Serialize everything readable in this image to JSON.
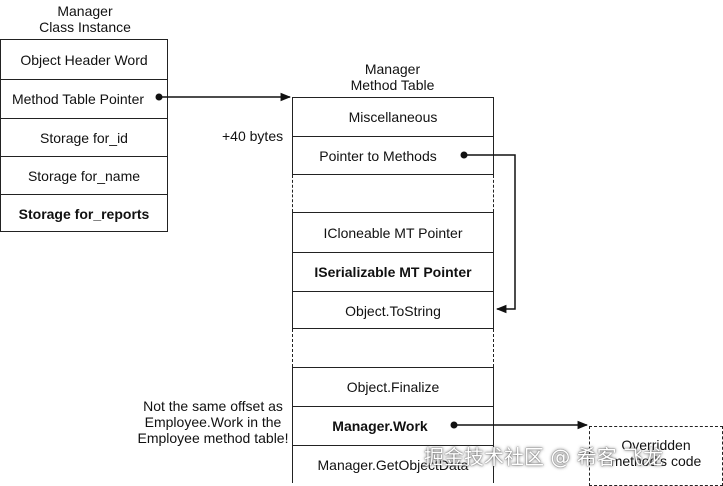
{
  "instance": {
    "title_line1": "Manager",
    "title_line2": "Class Instance",
    "rows": [
      "Object Header Word",
      "Method Table Pointer",
      "Storage for_id",
      "Storage for_name",
      "Storage for_reports"
    ]
  },
  "method_table": {
    "title_line1": "Manager",
    "title_line2": "Method Table",
    "rows_top": [
      "Miscellaneous",
      "Pointer to Methods"
    ],
    "rows_mid": [
      "ICloneable MT Pointer",
      "ISerializable MT Pointer",
      "Object.ToString"
    ],
    "rows_bottom": [
      "Object.Finalize",
      "Manager.Work",
      "Manager.GetObjectData"
    ]
  },
  "offset_label": "+40 bytes",
  "note": {
    "line1": "Not the same offset as",
    "line2": "Employee.Work in the",
    "line3": "Employee method table!"
  },
  "override_box": {
    "line1": "Overridden",
    "line2": "method's code"
  },
  "watermark": "掘金技术社区 @ 希客 飞龙"
}
